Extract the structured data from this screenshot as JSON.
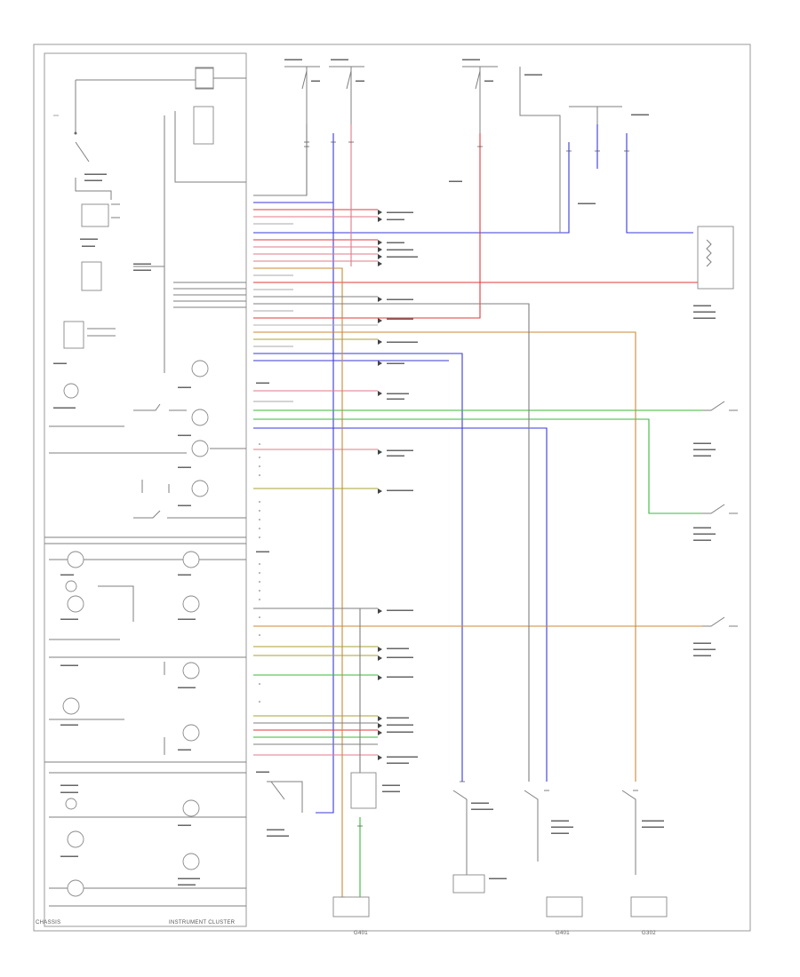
{
  "diagram": {
    "footer_left": "CHASSIS",
    "footer_center": "INSTRUMENT CLUSTER",
    "ground_labels": [
      "G401",
      "G401",
      "G302"
    ],
    "colors": {
      "blue": "#3a3ad8",
      "red": "#e03a3a",
      "pink": "#e07a8a",
      "green": "#3ab83a",
      "orange": "#c88a3a",
      "olive": "#a8a030",
      "gray": "#7f7f7f",
      "gray_light": "#b0b0b0"
    }
  }
}
